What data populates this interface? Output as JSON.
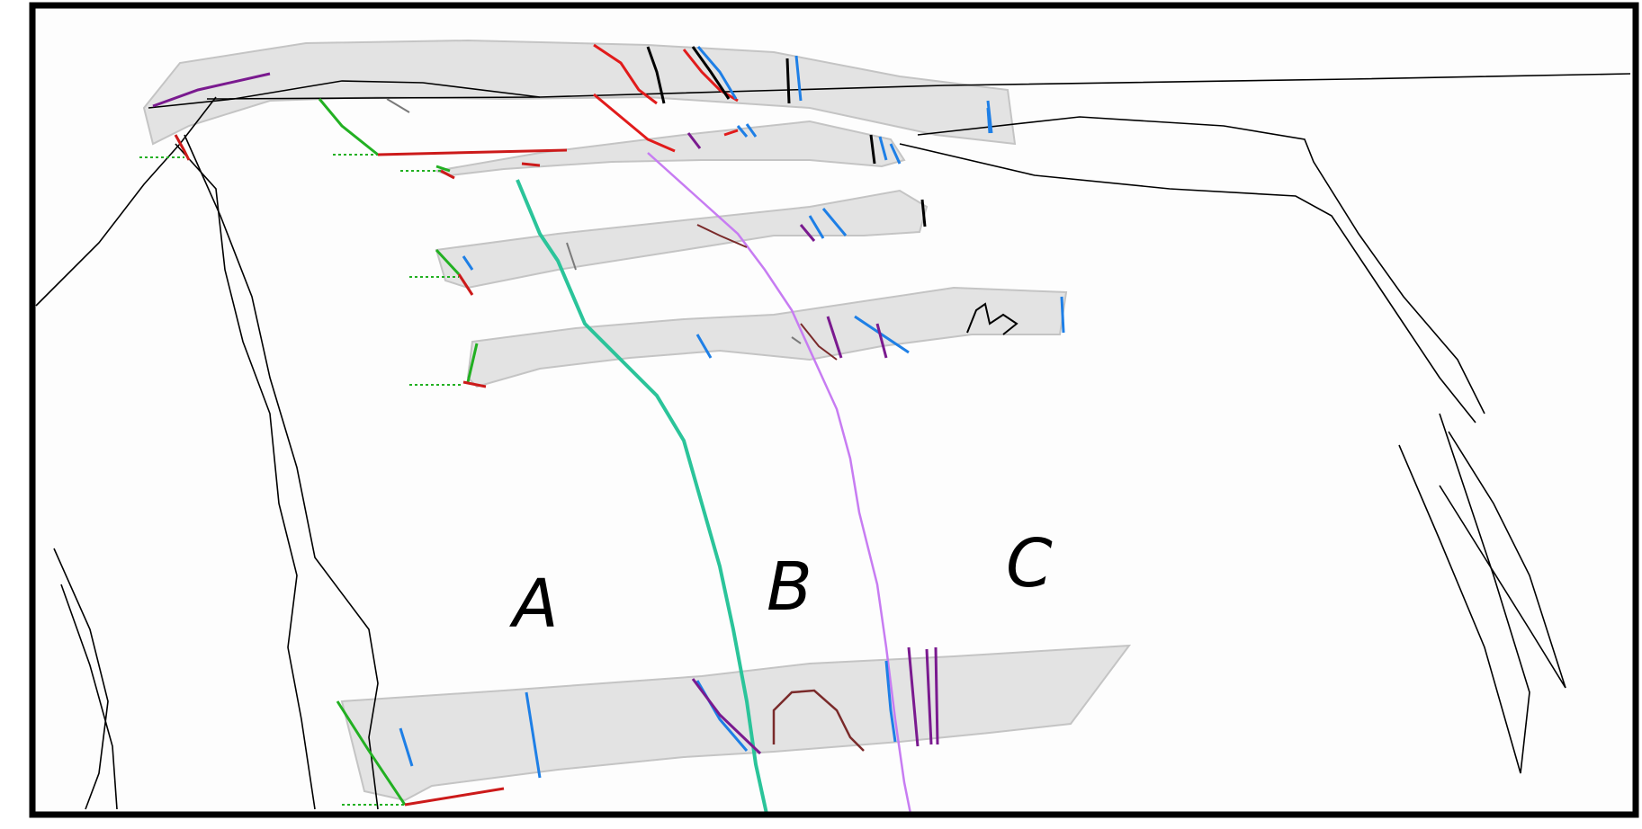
{
  "figure": {
    "zone_labels": [
      {
        "id": "A",
        "text": "A"
      },
      {
        "id": "B",
        "text": "B"
      },
      {
        "id": "C",
        "text": "C"
      }
    ],
    "colors": {
      "frame": "#000000",
      "panel_fill": "#e2e2e2",
      "panel_edge": "#bdbdbd",
      "boundary_ab": "#2bc49a",
      "boundary_bc": "#c77cf2",
      "fracture_blue": "#1e7fe6",
      "fracture_red": "#e11b1b",
      "fracture_purple": "#7a1a8f",
      "fracture_brown": "#7a2a2a",
      "heading_green": "#22b022",
      "heading_red": "#cc1a1a",
      "outline_black": "#000000"
    }
  }
}
